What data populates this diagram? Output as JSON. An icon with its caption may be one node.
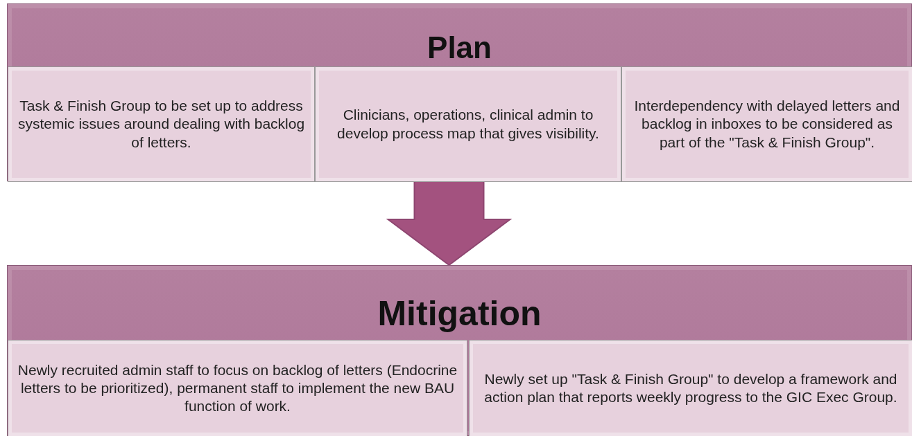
{
  "diagram": {
    "nodes": [
      {
        "text": [
          "Plan"
        ]
      },
      {
        "text": [
          "Task & Finish Group to be set up to address systemic issues around dealing with backlog of letters."
        ],
        "in": 0
      },
      {
        "text": [
          "Clinicians, operations, clinical admin to develop process map that gives visibility."
        ],
        "in": 0
      },
      {
        "text": [
          "Interdependency with delayed letters and backlog in inboxes to be considered as part of the \"Task & Finish Group\"."
        ],
        "in": 0
      },
      {
        "text": [
          "Mitigation"
        ]
      },
      {
        "text": [
          "Newly recruited admin staff to focus on backlog of letters (Endocrine letters to be prioritized), permanent staff to implement the new BAU function of work."
        ],
        "in": 4
      },
      {
        "text": [
          "Newly set up \"Task & Finish Group\" to develop a framework and action plan that reports weekly progress to the GIC Exec Group."
        ],
        "in": 4
      }
    ],
    "edges": [
      {
        "from": 0,
        "to": 4,
        "arrow": "to",
        "style": "thick"
      }
    ]
  }
}
